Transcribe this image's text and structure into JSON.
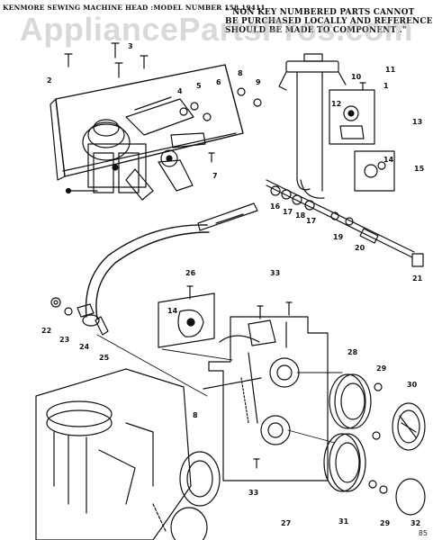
{
  "header": {
    "model_line": "KENMORE SEWING MACHINE HEAD :MODEL NUMBER 158.19411",
    "note_lines": [
      "\" NON KEY NUMBERED PARTS CANNOT",
      "BE PURCHASED LOCALLY AND REFERENCE",
      "SHOULD BE MADE TO COMPONENT .\""
    ]
  },
  "watermark": "AppliancePartsPros.com",
  "page_number": "85",
  "callouts": [
    {
      "id": "c1",
      "label": "1"
    },
    {
      "id": "c2",
      "label": "2"
    },
    {
      "id": "c3",
      "label": "3"
    },
    {
      "id": "c4",
      "label": "4"
    },
    {
      "id": "c5",
      "label": "5"
    },
    {
      "id": "c6",
      "label": "6"
    },
    {
      "id": "c7",
      "label": "7"
    },
    {
      "id": "c8",
      "label": "8"
    },
    {
      "id": "c8b",
      "label": "8"
    },
    {
      "id": "c9",
      "label": "9"
    },
    {
      "id": "c10",
      "label": "10"
    },
    {
      "id": "c11",
      "label": "11"
    },
    {
      "id": "c12",
      "label": "12"
    },
    {
      "id": "c13",
      "label": "13"
    },
    {
      "id": "c14",
      "label": "14"
    },
    {
      "id": "c14b",
      "label": "14"
    },
    {
      "id": "c15",
      "label": "15"
    },
    {
      "id": "c16",
      "label": "16"
    },
    {
      "id": "c17",
      "label": "17"
    },
    {
      "id": "c17b",
      "label": "17"
    },
    {
      "id": "c18",
      "label": "18"
    },
    {
      "id": "c19",
      "label": "19"
    },
    {
      "id": "c20",
      "label": "20"
    },
    {
      "id": "c21",
      "label": "21"
    },
    {
      "id": "c22",
      "label": "22"
    },
    {
      "id": "c23",
      "label": "23"
    },
    {
      "id": "c24",
      "label": "24"
    },
    {
      "id": "c25",
      "label": "25"
    },
    {
      "id": "c26",
      "label": "26"
    },
    {
      "id": "c27",
      "label": "27"
    },
    {
      "id": "c28",
      "label": "28"
    },
    {
      "id": "c29",
      "label": "29"
    },
    {
      "id": "c29b",
      "label": "29"
    },
    {
      "id": "c30",
      "label": "30"
    },
    {
      "id": "c31",
      "label": "31"
    },
    {
      "id": "c32",
      "label": "32"
    },
    {
      "id": "c33",
      "label": "33"
    },
    {
      "id": "c33b",
      "label": "33"
    }
  ]
}
